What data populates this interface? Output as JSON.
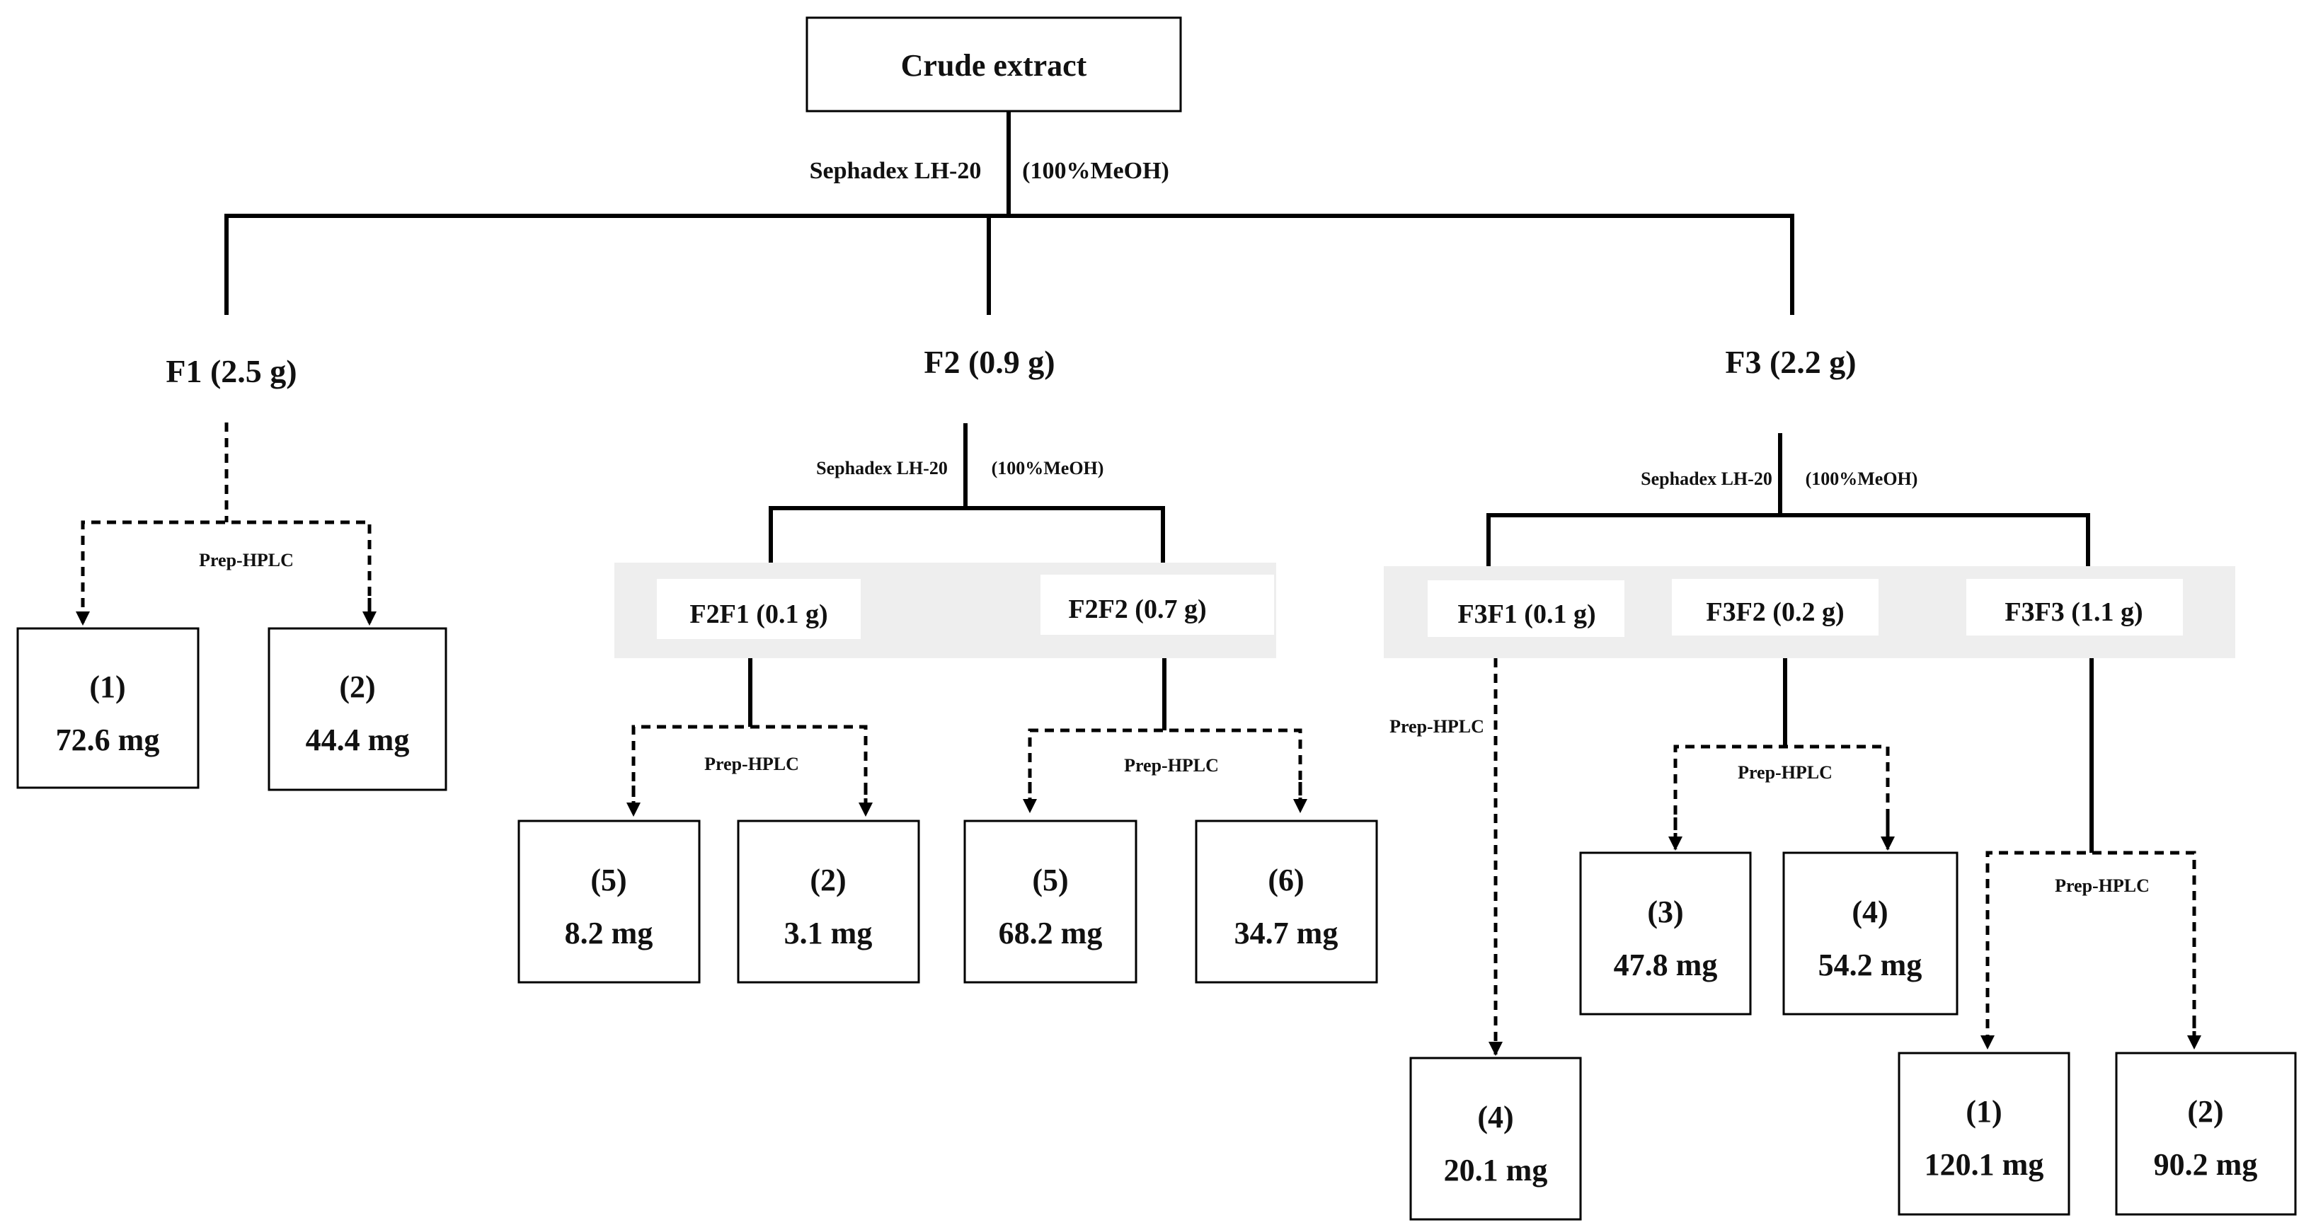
{
  "root": {
    "label": "Crude extract"
  },
  "separation": {
    "sephadex": "Sephadex LH-20",
    "solvent": "(100%MeOH)",
    "prep_hplc": "Prep-HPLC"
  },
  "fractions": {
    "f1": "F1 (2.5 g)",
    "f2": "F2 (0.9 g)",
    "f3": "F3 (2.2 g)"
  },
  "subfractions": {
    "f2f1": "F2F1 (0.1 g)",
    "f2f2": "F2F2 (0.7 g)",
    "f3f1": "F3F1 (0.1 g)",
    "f3f2": "F3F2 (0.2 g)",
    "f3f3": "F3F3 (1.1 g)"
  },
  "compounds": {
    "f1_a": {
      "id": "(1)",
      "mass": "72.6 mg"
    },
    "f1_b": {
      "id": "(2)",
      "mass": "44.4 mg"
    },
    "f2f1_a": {
      "id": "(5)",
      "mass": "8.2 mg"
    },
    "f2f1_b": {
      "id": "(2)",
      "mass": "3.1 mg"
    },
    "f2f2_a": {
      "id": "(5)",
      "mass": "68.2 mg"
    },
    "f2f2_b": {
      "id": "(6)",
      "mass": "34.7 mg"
    },
    "f3f1_a": {
      "id": "(4)",
      "mass": "20.1 mg"
    },
    "f3f2_a": {
      "id": "(3)",
      "mass": "47.8 mg"
    },
    "f3f2_b": {
      "id": "(4)",
      "mass": "54.2 mg"
    },
    "f3f3_a": {
      "id": "(1)",
      "mass": "120.1 mg"
    },
    "f3f3_b": {
      "id": "(2)",
      "mass": "90.2 mg"
    }
  }
}
